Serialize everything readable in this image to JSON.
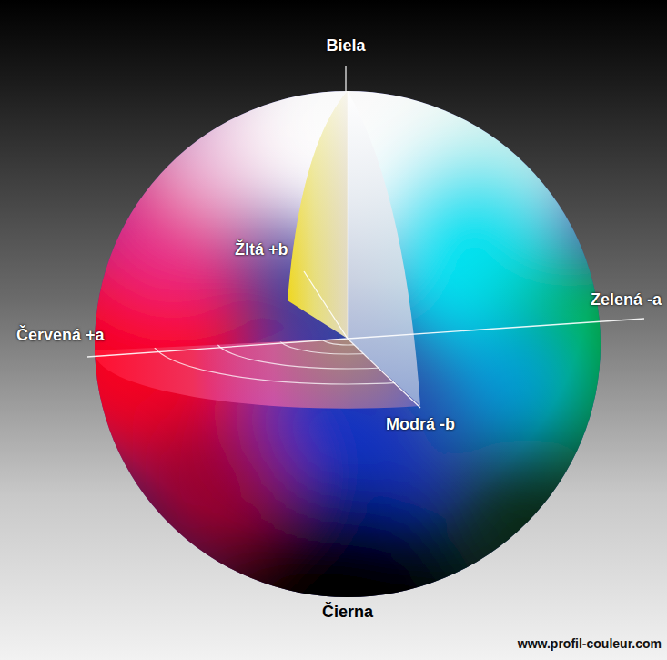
{
  "diagram": {
    "labels": [
      "Biela",
      "Žltá +b",
      "Červená +a",
      "Zelená -a",
      "Modrá -b",
      "Čierna",
      "www.profil-couleur.com"
    ]
  }
}
